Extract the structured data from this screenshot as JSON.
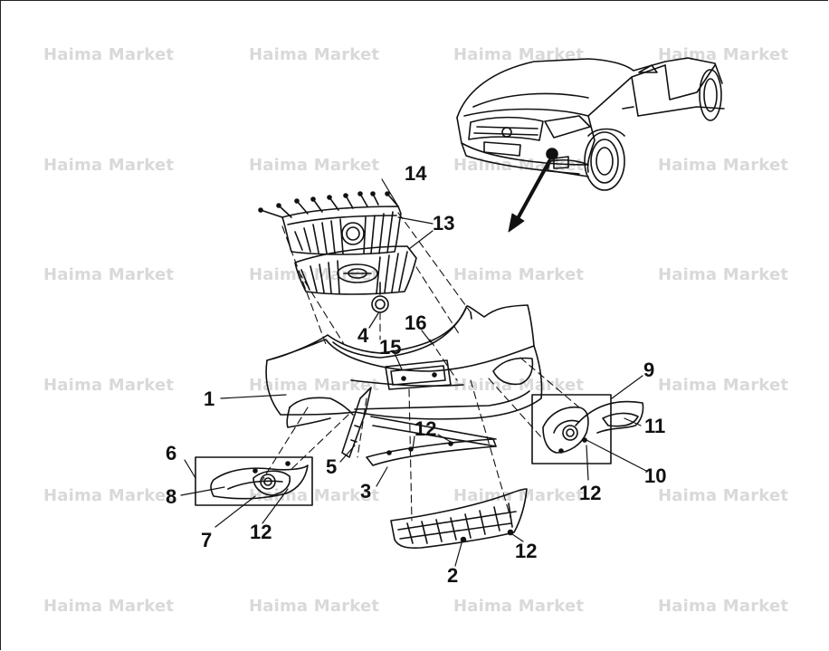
{
  "watermark": {
    "text": "Haima Market",
    "color": "#d9d9d9"
  },
  "diagram": {
    "subject": "front bumper and radiator grille assembly exploded view",
    "callouts": [
      "1",
      "2",
      "3",
      "4",
      "5",
      "6",
      "7",
      "8",
      "9",
      "10",
      "11",
      "12",
      "13",
      "14",
      "15",
      "16"
    ]
  },
  "callouts": {
    "c1": "1",
    "c2": "2",
    "c3": "3",
    "c4": "4",
    "c5": "5",
    "c6": "6",
    "c7": "7",
    "c8": "8",
    "c9": "9",
    "c10": "10",
    "c11": "11",
    "c12a": "12",
    "c12b": "12",
    "c12c": "12",
    "c12d": "12",
    "c13": "13",
    "c14": "14",
    "c15": "15",
    "c16": "16"
  },
  "colors": {
    "line": "#111111",
    "background": "#ffffff"
  }
}
